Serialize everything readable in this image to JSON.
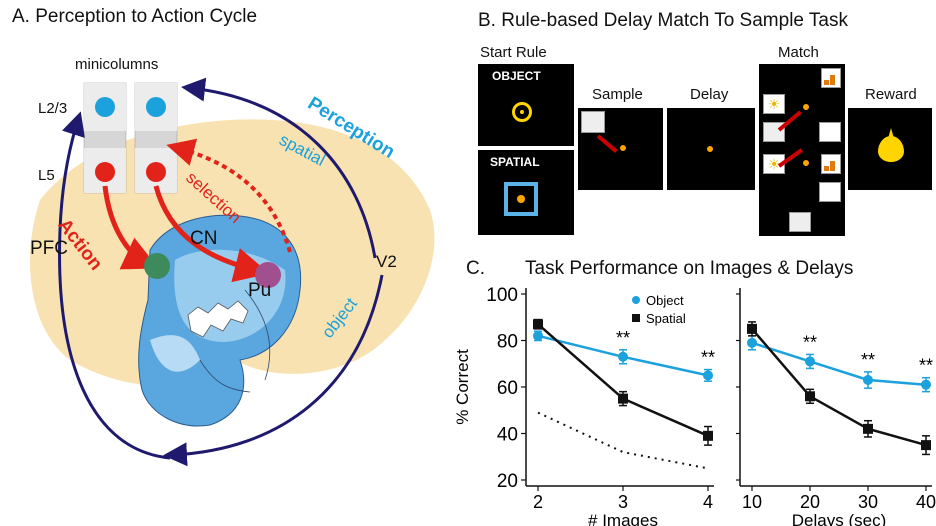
{
  "panel_a": {
    "title": "A. Perception to Action Cycle",
    "minicolumns": "minicolumns",
    "layer_top": "L2/3",
    "layer_bottom": "L5",
    "pfc": "PFC",
    "cn": "CN",
    "pu": "Pu",
    "v2": "V2",
    "action": "Action",
    "selection": "selection",
    "perception": "Perception",
    "spatial": "spatial",
    "object": "object"
  },
  "panel_b": {
    "title": "B. Rule-based Delay Match To Sample Task",
    "start_rule": "Start Rule",
    "object_label": "OBJECT",
    "spatial_label": "SPATIAL",
    "sample": "Sample",
    "delay": "Delay",
    "match": "Match",
    "reward": "Reward"
  },
  "colors": {
    "blue": "#1ba1dc",
    "red": "#e2231a",
    "navy": "#1f1a6e",
    "brain": "#f8dfa8",
    "striatum": "#5aa6de",
    "yellow": "#ffd400"
  },
  "panel_c": {
    "title": "C.",
    "subtitle": "Task Performance on Images & Delays",
    "ylabel": "% Correct",
    "legend_object": "Object",
    "legend_spatial": "Spatial"
  },
  "chart_data": [
    {
      "type": "line",
      "xlabel": "# Images",
      "ylabel": "% Correct",
      "x": [
        2,
        3,
        4
      ],
      "ylim": [
        20,
        100
      ],
      "yticks": [
        20,
        40,
        60,
        80,
        100
      ],
      "series": [
        {
          "name": "Object",
          "color": "#1ba1dc",
          "marker": "circle",
          "values": [
            82,
            73,
            65
          ],
          "errors": [
            2,
            3,
            2.5
          ]
        },
        {
          "name": "Spatial",
          "color": "#111111",
          "marker": "square",
          "values": [
            87,
            55,
            39
          ],
          "errors": [
            2,
            3,
            4
          ]
        },
        {
          "color": "#111111",
          "style": "dotted",
          "values": [
            49,
            32,
            25
          ]
        }
      ],
      "annotations": [
        {
          "x": 3,
          "text": "**"
        },
        {
          "x": 4,
          "text": "**"
        }
      ],
      "legend": "top-right"
    },
    {
      "type": "line",
      "xlabel": "Delays (sec)",
      "x": [
        10,
        20,
        30,
        40
      ],
      "ylim": [
        20,
        100
      ],
      "series": [
        {
          "name": "Object",
          "color": "#1ba1dc",
          "marker": "circle",
          "values": [
            79,
            71,
            63,
            61
          ],
          "errors": [
            3,
            3,
            3.5,
            3
          ]
        },
        {
          "name": "Spatial",
          "color": "#111111",
          "marker": "square",
          "values": [
            85,
            56,
            42,
            35
          ],
          "errors": [
            3,
            3,
            3.5,
            4
          ]
        }
      ],
      "annotations": [
        {
          "x": 20,
          "text": "**"
        },
        {
          "x": 30,
          "text": "**"
        },
        {
          "x": 40,
          "text": "**"
        }
      ]
    }
  ]
}
